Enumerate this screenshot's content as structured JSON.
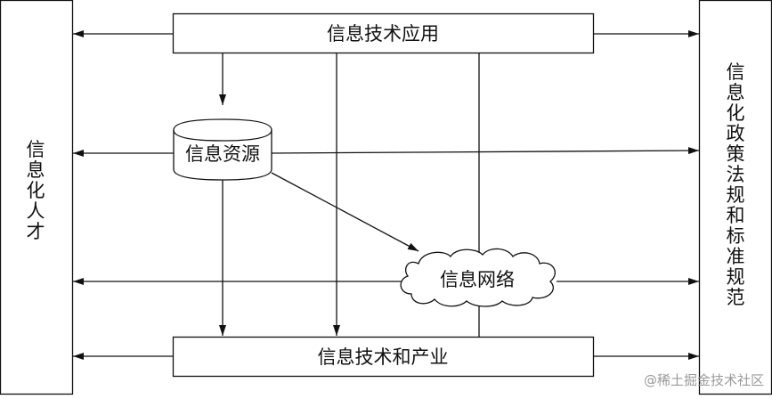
{
  "diagram": {
    "nodes": {
      "it_application": {
        "label": "信息技术应用"
      },
      "info_resources": {
        "label": "信息资源"
      },
      "info_network": {
        "label": "信息网络"
      },
      "it_industry": {
        "label": "信息技术和产业"
      },
      "info_talent": {
        "label": "信息化人才"
      },
      "policy_law_standards": {
        "label": "信息化政策法规和标准规范"
      }
    },
    "edges": [
      {
        "from": "it_application",
        "to": "info_talent"
      },
      {
        "from": "it_application",
        "to": "policy_law_standards"
      },
      {
        "from": "it_application",
        "to": "info_resources"
      },
      {
        "from": "it_application",
        "to": "it_industry"
      },
      {
        "from": "info_resources",
        "to": "info_talent"
      },
      {
        "from": "info_resources",
        "to": "policy_law_standards"
      },
      {
        "from": "info_resources",
        "to": "info_network"
      },
      {
        "from": "info_resources",
        "to": "it_industry"
      },
      {
        "from": "info_network",
        "to": "info_talent"
      },
      {
        "from": "info_network",
        "to": "policy_law_standards"
      },
      {
        "from": "it_industry",
        "to": "info_talent"
      },
      {
        "from": "it_industry",
        "to": "policy_law_standards"
      }
    ]
  },
  "watermark": "@稀土掘金技术社区"
}
